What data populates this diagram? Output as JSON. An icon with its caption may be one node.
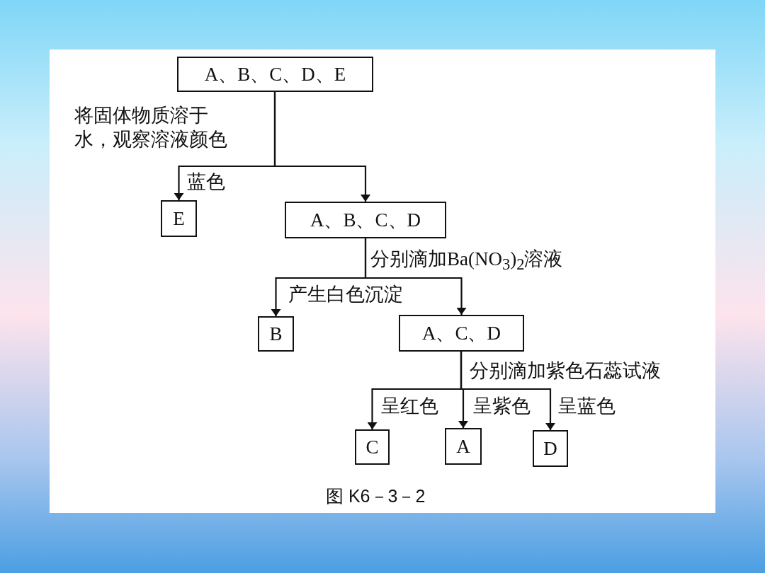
{
  "diagram": {
    "caption": "图 K6－3－2",
    "nodes": [
      {
        "text": [
          "A、B、C、D、E"
        ]
      },
      {
        "text": [
          "E"
        ]
      },
      {
        "text": [
          "A、B、C、D"
        ]
      },
      {
        "text": [
          "B"
        ]
      },
      {
        "text": [
          "A、C、D"
        ]
      },
      {
        "text": [
          "C"
        ]
      },
      {
        "text": [
          "A"
        ]
      },
      {
        "text": [
          "D"
        ]
      }
    ],
    "edges": [
      {
        "from": 0,
        "to": 1,
        "arrow": "to",
        "label": "蓝色"
      },
      {
        "from": 0,
        "to": 2,
        "arrow": "to"
      },
      {
        "from": 2,
        "to": 3,
        "arrow": "to",
        "label": "产生白色沉淀"
      },
      {
        "from": 2,
        "to": 4,
        "arrow": "to"
      },
      {
        "from": 4,
        "to": 5,
        "arrow": "to",
        "label": "呈红色"
      },
      {
        "from": 4,
        "to": 6,
        "arrow": "to",
        "label": "呈紫色"
      },
      {
        "from": 4,
        "to": 7,
        "arrow": "to",
        "label": "呈蓝色"
      }
    ],
    "labels": [
      "将固体物质溶于水，观察溶液颜色",
      "分别滴加Ba(NO$_{3}$)$_{2}$溶液",
      "分别滴加紫色石蕊试液"
    ]
  }
}
